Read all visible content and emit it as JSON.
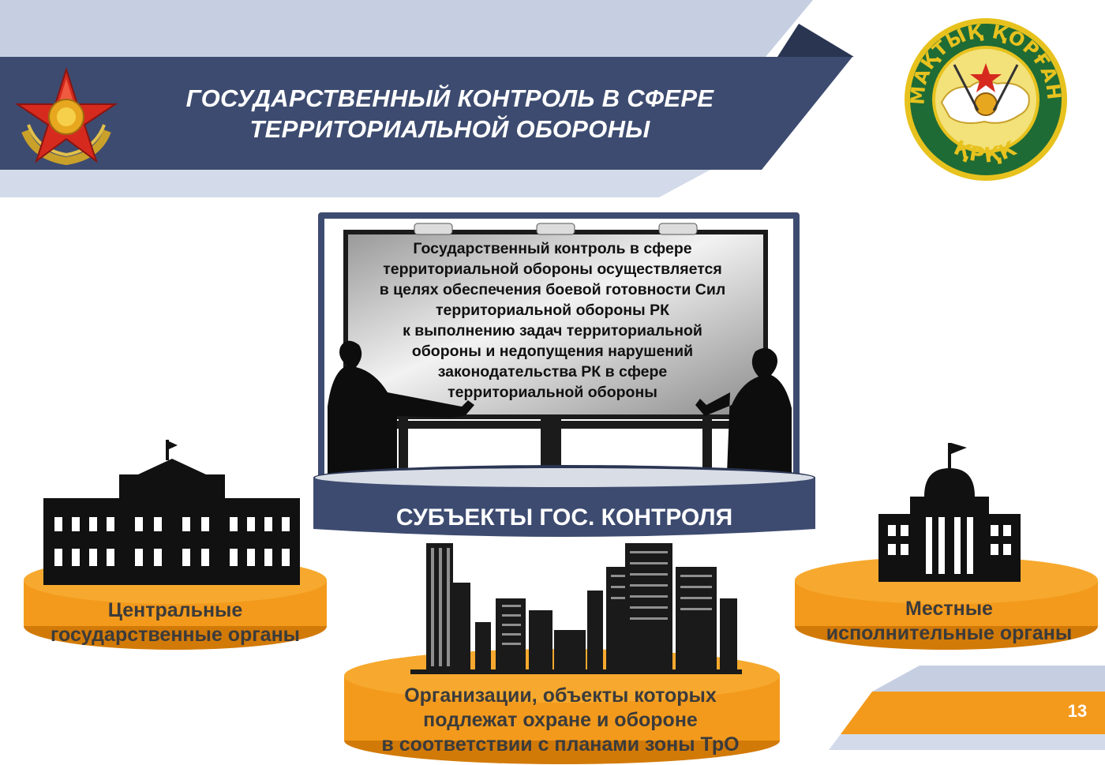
{
  "header": {
    "title_lines": [
      "ГОСУДАРСТВЕННЫЙ КОНТРОЛЬ В СФЕРЕ",
      "ТЕРРИТОРИАЛЬНОЙ ОБОРОНЫ"
    ]
  },
  "emblem": {
    "top_text": "АУМАҚТЫҚ ҚОРҒАНЫС",
    "bottom_text": "ҚРҚК"
  },
  "board": {
    "text_lines": [
      "Государственный контроль в сфере",
      "территориальной обороны осуществляется",
      "в целях обеспечения боевой готовности Сил",
      "территориальной обороны РК",
      "к выполнению задач территориальной",
      "обороны и недопущения нарушений",
      "законодательства РК в сфере",
      "территориальной обороны"
    ]
  },
  "subjects": {
    "heading": "СУБЪЕКТЫ ГОС. КОНТРОЛЯ",
    "central": [
      "Центральные",
      "государственные органы"
    ],
    "local": [
      "Местные",
      "исполнительные органы"
    ],
    "organizations": [
      "Организации, объекты которых",
      "подлежат охране и обороне",
      "в соответствии с планами зоны ТрО"
    ]
  },
  "footer": {
    "page_number": "13"
  },
  "colors": {
    "navy": "#3d4b70",
    "light_band": "#c6cfe2",
    "orange": "#f39a1c",
    "orange_dark": "#d27a08",
    "gold": "#e7c21e",
    "emblem_green": "#1f6b35",
    "red": "#d62a1e"
  }
}
